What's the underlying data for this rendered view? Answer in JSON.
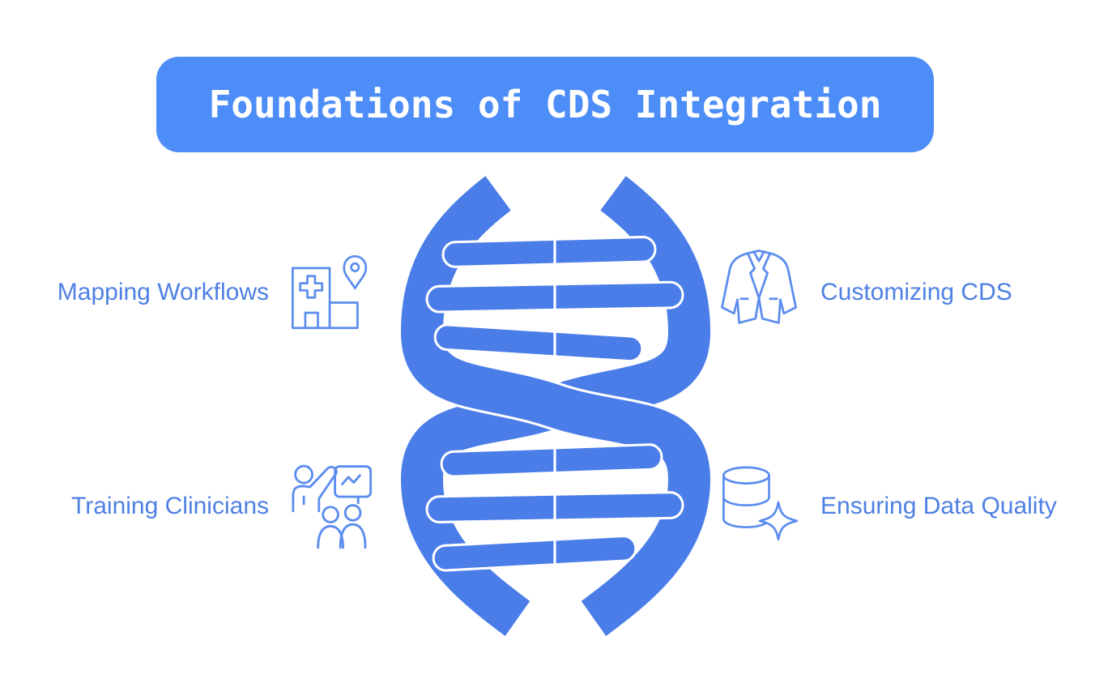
{
  "header": {
    "title": "Foundations of CDS Integration"
  },
  "illustration": {
    "name": "dna-double-helix",
    "sections": 2,
    "rungs_per_section": 3
  },
  "items": [
    {
      "label": "Mapping Workflows",
      "icon": "hospital-map-pin-icon",
      "position": "top-left"
    },
    {
      "label": "Customizing CDS",
      "icon": "suit-jacket-icon",
      "position": "top-right"
    },
    {
      "label": "Training Clinicians",
      "icon": "presentation-audience-icon",
      "position": "bottom-left"
    },
    {
      "label": "Ensuring Data Quality",
      "icon": "database-sparkle-icon",
      "position": "bottom-right"
    }
  ],
  "colors": {
    "background": "#FFFFFF",
    "header_bg": "#4D8DF7",
    "header_text": "#FFFFFF",
    "helix_blue": "#4A7DE8",
    "helix_outline": "#FFFFFF",
    "label_text": "#4E80E3",
    "icon_stroke": "#5C8DEE"
  }
}
